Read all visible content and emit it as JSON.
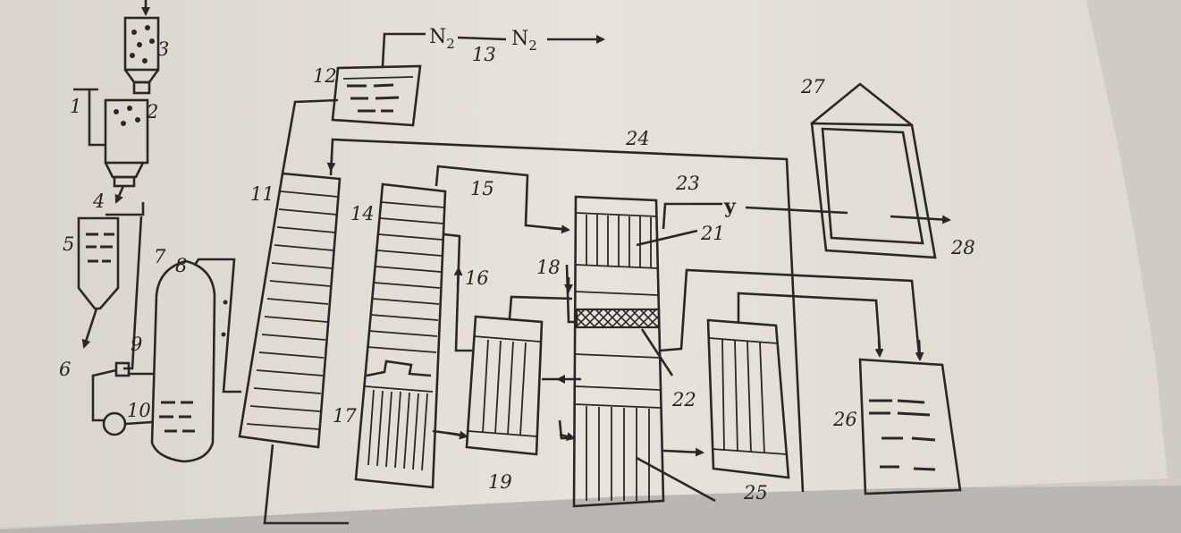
{
  "diagram": {
    "labels": {
      "n1": "1",
      "n2": "2",
      "n3": "3",
      "n4": "4",
      "n5": "5",
      "n6": "6",
      "n7": "7",
      "n8": "8",
      "n9": "9",
      "n10": "10",
      "n11": "11",
      "n12": "12",
      "n13": "13",
      "n14": "14",
      "n15": "15",
      "n16": "16",
      "n17": "17",
      "n18": "18",
      "n19": "19",
      "n21": "21",
      "n22": "22",
      "n23": "23",
      "n24": "24",
      "n25": "25",
      "n26": "26",
      "n27": "27",
      "n28": "28"
    },
    "nitrogen_in": {
      "main": "N",
      "sub": "2"
    },
    "nitrogen_out": {
      "main": "N",
      "sub": "2"
    },
    "stream_y": "y"
  },
  "colors": {
    "paper": "#e4e1da",
    "ink": "#2a2724",
    "background": "#cfccc6",
    "bottom_strip": "#b9b7b3"
  }
}
